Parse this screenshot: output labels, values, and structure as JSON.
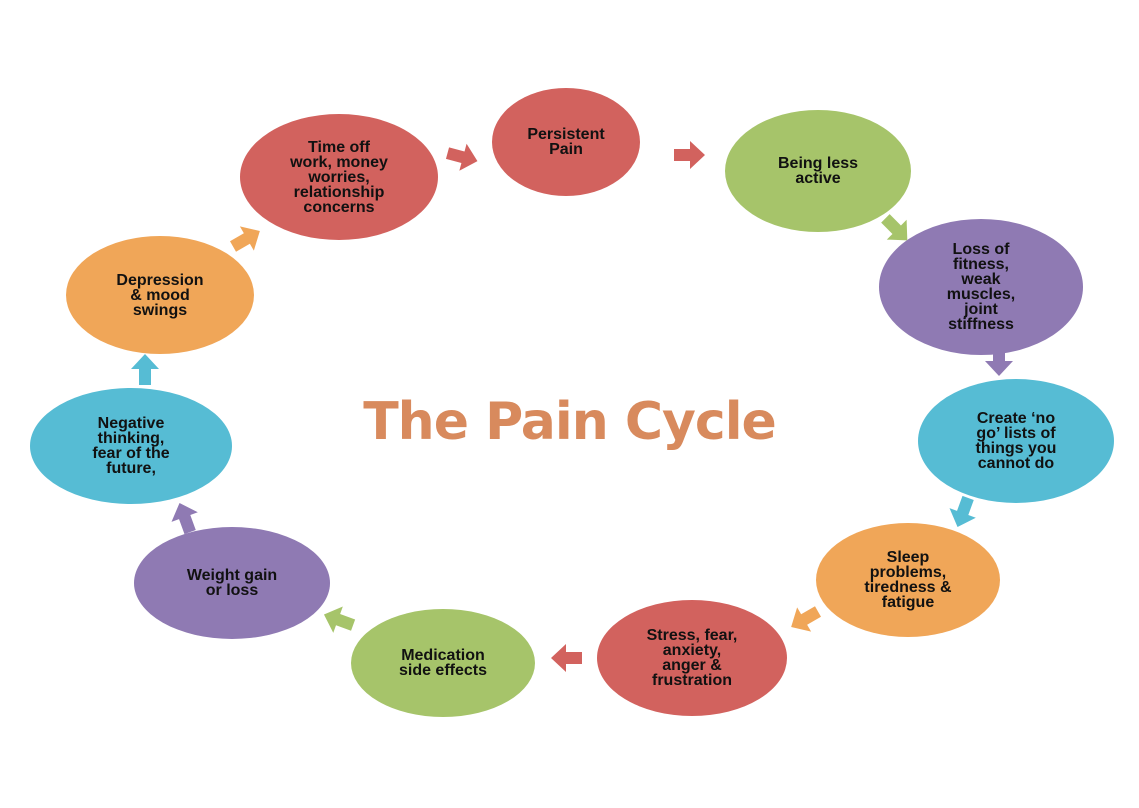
{
  "title": "The Pain Cycle",
  "colors": {
    "title": "#d88a5d",
    "red": "#d2625e",
    "green": "#a6c46a",
    "purple": "#8f7ab3",
    "blue": "#56bcd4",
    "orange": "#f0a658"
  },
  "nodes": [
    {
      "label": "Persistent\nPain",
      "color": "red"
    },
    {
      "label": "Being less\nactive",
      "color": "green"
    },
    {
      "label": "Loss of\nfitness,\nweak\nmuscles,\njoint\nstiffness",
      "color": "purple"
    },
    {
      "label": "Create ‘no\ngo’ lists of\nthings you\ncannot do",
      "color": "blue"
    },
    {
      "label": "Sleep\nproblems,\ntiredness &\nfatigue",
      "color": "orange"
    },
    {
      "label": "Stress, fear,\nanxiety,\nanger &\nfrustration",
      "color": "red"
    },
    {
      "label": "Medication\nside effects",
      "color": "green"
    },
    {
      "label": "Weight gain\nor loss",
      "color": "purple"
    },
    {
      "label": "Negative\nthinking,\nfear of the\nfuture,",
      "color": "blue"
    },
    {
      "label": "Depression\n& mood\nswings",
      "color": "orange"
    },
    {
      "label": "Time off\nwork, money\nworries,\nrelationship\nconcerns",
      "color": "red"
    }
  ],
  "arrows": [
    {
      "color": "red"
    },
    {
      "color": "green"
    },
    {
      "color": "purple"
    },
    {
      "color": "blue"
    },
    {
      "color": "orange"
    },
    {
      "color": "red"
    },
    {
      "color": "green"
    },
    {
      "color": "purple"
    },
    {
      "color": "blue"
    },
    {
      "color": "orange"
    },
    {
      "color": "red"
    }
  ]
}
